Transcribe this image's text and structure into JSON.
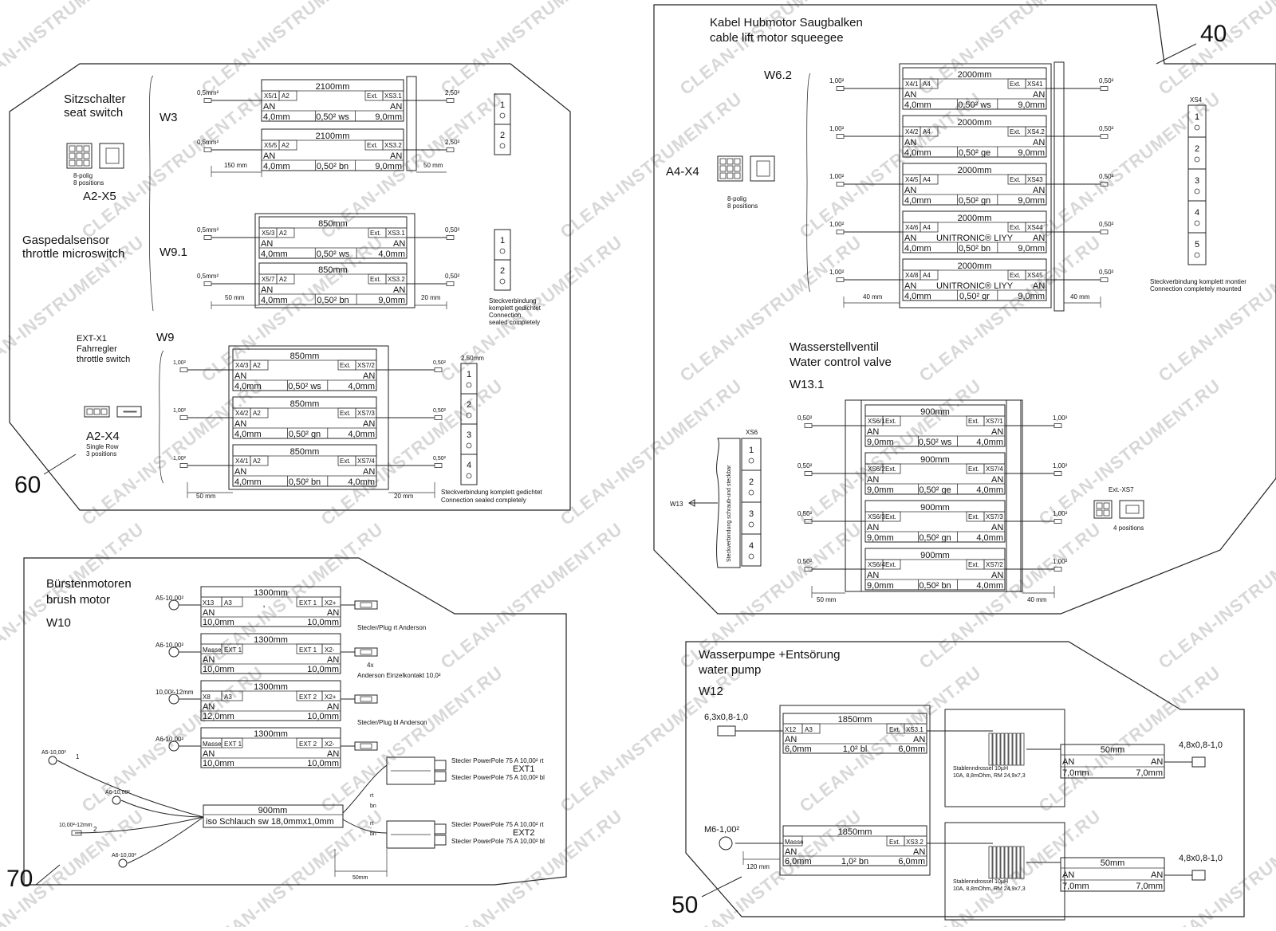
{
  "watermark": "CLEAN-INSTRUMENT.RU",
  "panels": {
    "p60": {
      "number": "60",
      "sections": {
        "seat": {
          "title_de": "Sitzschalter",
          "title_en": "seat switch",
          "code": "W3",
          "connector": {
            "de": "8-polig",
            "en": "8 positions",
            "id": "A2-X5"
          }
        },
        "throttle_sensor": {
          "title_de": "Gaspedalsensor",
          "title_en": "throttle microswitch",
          "code": "W9.1"
        },
        "throttle_switch": {
          "ext": "EXT-X1",
          "title_de": "Fahrregler",
          "title_en": "throttle switch",
          "code": "W9",
          "connector": {
            "id": "A2-X4",
            "en1": "Single Row",
            "en2": "3 positions"
          }
        }
      },
      "w3_rows": [
        {
          "len": "2100mm",
          "from": "X5/1",
          "from2": "A2",
          "ext": "Ext.",
          "to": "XS3.1",
          "an1": "AN",
          "an2": "AN",
          "a": "4,0mm",
          "wire": "0,50² ws",
          "b": "9,0mm",
          "left_gauge": "0,5mm²",
          "right_gauge": "2,50²"
        },
        {
          "len": "2100mm",
          "from": "X5/5",
          "from2": "A2",
          "ext": "Ext.",
          "to": "XS3.2",
          "an1": "AN",
          "an2": "AN",
          "a": "4,0mm",
          "wire": "0,50² bn",
          "b": "9,0mm",
          "left_gauge": "0,5mm²",
          "right_gauge": "2,50²"
        }
      ],
      "w3_dims": {
        "left": "150 mm",
        "right": "50 mm"
      },
      "w91_rows": [
        {
          "len": "850mm",
          "from": "X5/3",
          "from2": "A2",
          "ext": "Ext.",
          "to": "XS3.1",
          "an1": "AN",
          "an2": "AN",
          "a": "4,0mm",
          "wire": "0,50² ws",
          "b": "4,0mm",
          "left_gauge": "0,5mm²",
          "right_gauge": "0,50²"
        },
        {
          "len": "850mm",
          "from": "X5/7",
          "from2": "A2",
          "ext": "Ext.",
          "to": "XS3.2",
          "an1": "AN",
          "an2": "AN",
          "a": "4,0mm",
          "wire": "0,50² bn",
          "b": "9,0mm",
          "left_gauge": "0,5mm²",
          "right_gauge": "0,50²"
        }
      ],
      "w91_dims": {
        "left": "50 mm",
        "right": "20 mm"
      },
      "w91_note": [
        "Steckverbindung",
        "komplett gedichtet",
        "Connection",
        "sealed completely"
      ],
      "w9_rows": [
        {
          "len": "850mm",
          "from": "X4/3",
          "from2": "A2",
          "ext": "Ext.",
          "to": "XS7/2",
          "an1": "AN",
          "an2": "AN",
          "a": "4,0mm",
          "wire": "0,50² ws",
          "b": "4,0mm",
          "left_gauge": "1,00²",
          "right_gauge": "0,50²"
        },
        {
          "len": "850mm",
          "from": "X4/2",
          "from2": "A2",
          "ext": "Ext.",
          "to": "XS7/3",
          "an1": "AN",
          "an2": "AN",
          "a": "4,0mm",
          "wire": "0,50² gn",
          "b": "4,0mm",
          "left_gauge": "1,00²",
          "right_gauge": "0,50²"
        },
        {
          "len": "850mm",
          "from": "X4/1",
          "from2": "A2",
          "ext": "Ext.",
          "to": "XS7/4",
          "an1": "AN",
          "an2": "AN",
          "a": "4,0mm",
          "wire": "0,50² bn",
          "b": "4,0mm",
          "left_gauge": "1,00²",
          "right_gauge": "0,50²"
        }
      ],
      "w9_dims": {
        "left": "50 mm",
        "right": "20 mm"
      },
      "w9_housing": "2.50mm",
      "w9_note": [
        "Steckverbindung komplett gedichtet",
        "Connection sealed completely"
      ],
      "pins_w3": [
        "1",
        "2"
      ],
      "pins_w91": [
        "1",
        "2"
      ],
      "pins_w9": [
        "1",
        "2",
        "3",
        "4"
      ]
    },
    "p40": {
      "number": "40",
      "title_de": "Kabel Hubmotor Saugbalken",
      "title_en": "cable lift motor squeegee",
      "code": "W6.2",
      "connector": {
        "id": "A4-X4",
        "de": "8-polig",
        "en": "8 positions"
      },
      "rows": [
        {
          "len": "2000mm",
          "from": "X4/1",
          "from2": "A4",
          "ext": "Ext.",
          "to": "XS41",
          "an1": "AN",
          "an2": "AN",
          "a": "4,0mm",
          "wire": "0,50² ws",
          "b": "9,0mm",
          "left_gauge": "1,00²",
          "right_gauge": "0,50²",
          "mid": ""
        },
        {
          "len": "2000mm",
          "from": "X4/2",
          "from2": "A4",
          "ext": "Ext.",
          "to": "XS4.2",
          "an1": "AN",
          "an2": "AN",
          "a": "4,0mm",
          "wire": "0,50² ge",
          "b": "9,0mm",
          "left_gauge": "1,00²",
          "right_gauge": "0,50²",
          "mid": ""
        },
        {
          "len": "2000mm",
          "from": "X4/5",
          "from2": "A4",
          "ext": "Ext.",
          "to": "XS43",
          "an1": "AN",
          "an2": "AN",
          "a": "4,0mm",
          "wire": "0,50² gn",
          "b": "9,0mm",
          "left_gauge": "1,00²",
          "right_gauge": "0,50²",
          "mid": ""
        },
        {
          "len": "2000mm",
          "from": "X4/6",
          "from2": "A4",
          "ext": "Ext.",
          "to": "XS44",
          "an1": "AN",
          "an2": "AN",
          "a": "4,0mm",
          "wire": "0,50² bn",
          "b": "9,0mm",
          "left_gauge": "1,00²",
          "right_gauge": "0,50²",
          "mid": "UNITRONIC® LIYY"
        },
        {
          "len": "2000mm",
          "from": "X4/8",
          "from2": "A4",
          "ext": "Ext.",
          "to": "XS45",
          "an1": "AN",
          "an2": "AN",
          "a": "4,0mm",
          "wire": "0,50² gr",
          "b": "9,0mm",
          "left_gauge": "1,00²",
          "right_gauge": "0,50²",
          "mid": "UNITRONIC® LIYY"
        }
      ],
      "dims": {
        "left": "40 mm",
        "right": "40 mm"
      },
      "xs4": {
        "label": "XS4",
        "pins": [
          "1",
          "2",
          "3",
          "4",
          "5"
        ],
        "note": [
          "Steckverbindung komplett montier",
          "Connection completely mounted"
        ]
      },
      "valve": {
        "title_de": "Wasserstellventil",
        "title_en": "Water control valve",
        "code": "W13.1",
        "rows": [
          {
            "len": "900mm",
            "from": "XS6/1",
            "from2": "Ext.",
            "ext": "Ext.",
            "to": "XS7/1",
            "an1": "AN",
            "an2": "AN",
            "a": "9,0mm",
            "wire": "0,50² ws",
            "b": "4,0mm",
            "left_gauge": "0,50²",
            "right_gauge": "1,00²"
          },
          {
            "len": "900mm",
            "from": "XS6/2",
            "from2": "Ext.",
            "ext": "Ext.",
            "to": "XS7/4",
            "an1": "AN",
            "an2": "AN",
            "a": "9,0mm",
            "wire": "0,50² ge",
            "b": "4,0mm",
            "left_gauge": "0,50²",
            "right_gauge": "1,00²"
          },
          {
            "len": "900mm",
            "from": "XS6/3",
            "from2": "Ext.",
            "ext": "Ext.",
            "to": "XS7/3",
            "an1": "AN",
            "an2": "AN",
            "a": "9,0mm",
            "wire": "0,50² gn",
            "b": "4,0mm",
            "left_gauge": "0,50²",
            "right_gauge": "1,00²"
          },
          {
            "len": "900mm",
            "from": "XS6/4",
            "from2": "Ext.",
            "ext": "Ext.",
            "to": "XS7/2",
            "an1": "AN",
            "an2": "AN",
            "a": "9,0mm",
            "wire": "0,50² bn",
            "b": "4,0mm",
            "left_gauge": "0,50²",
            "right_gauge": "1,00²"
          }
        ],
        "dims": {
          "left": "50 mm",
          "right": "40 mm"
        },
        "xs6": {
          "label": "XS6",
          "pins": [
            "1",
            "2",
            "3",
            "4"
          ],
          "side": "Steckverbindung schraub-und steckbar",
          "link": "W13"
        },
        "ext_xs7": {
          "label": "Ext.-XS7",
          "caption": "4 positions"
        }
      }
    },
    "p70": {
      "number": "70",
      "title_de": "Bürstenmotoren",
      "title_en": "brush motor",
      "code": "W10",
      "rows": [
        {
          "left": "A5-10,00²",
          "len": "1300mm",
          "c1": "X13",
          "c2": "A3",
          "c3": "EXT 1",
          "c4": "X2+",
          "an1": "AN",
          "an2": "AN",
          "a": "10,0mm",
          "b": "10,0mm",
          "mid": ","
        },
        {
          "left": "A6-10,00²",
          "len": "1300mm",
          "c1": "Masse",
          "c2": "EXT 1",
          "c3": "EXT 1",
          "c4": "X2-",
          "an1": "AN",
          "an2": "AN",
          "a": "10,0mm",
          "b": "10,0mm",
          "mid": ""
        },
        {
          "left": "10,00²-12mm",
          "len": "1300mm",
          "c1": "X8",
          "c2": "A3",
          "c3": "EXT 2",
          "c4": "X2+",
          "an1": "AN",
          "an2": "AN",
          "a": "12,0mm",
          "b": "10,0mm",
          "mid": ""
        },
        {
          "left": "A6-10,00²",
          "len": "1300mm",
          "c1": "Masse",
          "c2": "EXT 1",
          "c3": "EXT 2",
          "c4": "X2-",
          "an1": "AN",
          "an2": "AN",
          "a": "10,0mm",
          "b": "10,0mm",
          "mid": ""
        }
      ],
      "plug_notes": [
        "Stecler/Plug rt Anderson",
        "4x",
        "Anderson Einzelkontakt 10,0²",
        "Stecler/Plug bl Anderson"
      ],
      "harness": {
        "len": "900mm",
        "hose": "iso Schlauch sw 18,0mmx1,0mm",
        "inputs": [
          {
            "label": "A5-10,00²",
            "n": "1"
          },
          {
            "label": "A6-10,00²",
            "n": ""
          },
          {
            "label": "10,00²-12mm",
            "n": "2"
          },
          {
            "label": "A6-10,00²",
            "n": ""
          }
        ],
        "rt": "rt",
        "bn": "bn",
        "dim": "50mm",
        "ext1": {
          "label": "EXT1",
          "a": "Stecler PowerPole 75 A 10,00² rt",
          "b": "Stecler PowerPole 75 A 10,00² bl"
        },
        "ext2": {
          "label": "EXT2",
          "a": "Stecler PowerPole 75 A 10,00² rt",
          "b": "Stecler PowerPole 75 A 10,00² bl"
        }
      }
    },
    "p50": {
      "number": "50",
      "title_de": "Wasserpumpe +Entsörung",
      "title_en": "water pump",
      "code": "W12",
      "rows": [
        {
          "left": "6,3x0,8-1,0",
          "len": "1850mm",
          "c1": "X12",
          "c2": "A3",
          "ext": "Ext.",
          "to": "XS3.1",
          "an1": "AN",
          "an2": "AN",
          "a": "6,0mm",
          "wire": "1,0² bl",
          "b": "6,0mm"
        },
        {
          "left": "M6-1,00²",
          "len": "1850mm",
          "c1": "Masse",
          "c2": "",
          "ext": "Ext.",
          "to": "XS3.2",
          "an1": "AN",
          "an2": "AN",
          "a": "6,0mm",
          "wire": "1,0² bn",
          "b": "6,0mm"
        }
      ],
      "dim": "120 mm",
      "chokes": [
        {
          "l1": "Stablenndrossel 10µH",
          "l2": "10A, 8,8mOhm, RM 24,9x7,3",
          "len": "50mm",
          "an1": "AN",
          "an2": "AN",
          "a": "7,0mm",
          "b": "7,0mm",
          "right": "4,8x0,8-1,0"
        },
        {
          "l1": "Stablenndrossel 10µH",
          "l2": "10A, 8,8mOhm, RM 24,9x7,3",
          "len": "50mm",
          "an1": "AN",
          "an2": "AN",
          "a": "7,0mm",
          "b": "7,0mm",
          "right": "4,8x0,8-1,0"
        }
      ]
    }
  }
}
